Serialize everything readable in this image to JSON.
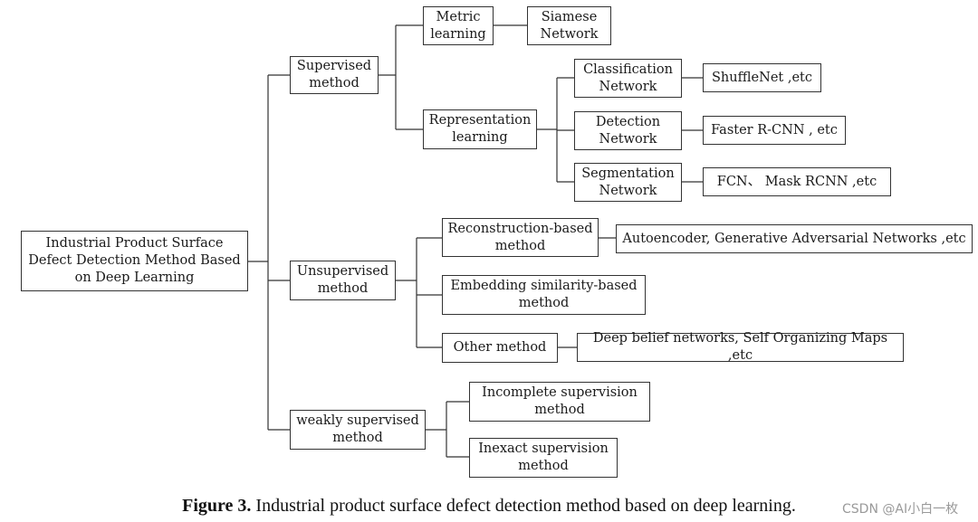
{
  "diagram": {
    "root": "Industrial Product Surface\nDefect Detection Method Based\non Deep Learning",
    "supervised": "Supervised\nmethod",
    "metric": "Metric\nlearning",
    "siamese": "Siamese\nNetwork",
    "representation": "Representation\nlearning",
    "classification": "Classification\nNetwork",
    "shufflenet": "ShuffleNet ,etc",
    "detection": "Detection\nNetwork",
    "fasterrcnn": "Faster R-CNN , etc",
    "segmentation": "Segmentation\nNetwork",
    "fcn": "FCN、 Mask RCNN ,etc",
    "unsupervised": "Unsupervised\nmethod",
    "reconstruction": "Reconstruction-based\nmethod",
    "autoencoder": "Autoencoder, Generative Adversarial Networks ,etc",
    "embedding": "Embedding similarity-based\nmethod",
    "other": "Other method",
    "dbn": "Deep belief networks, Self Organizing Maps ,etc",
    "weakly": "weakly supervised\nmethod",
    "incomplete": "Incomplete supervision\nmethod",
    "inexact": "Inexact supervision\nmethod"
  },
  "caption": {
    "label": "Figure 3.",
    "text": " Industrial product surface defect detection method based on deep learning."
  },
  "watermark": "CSDN @AI小白一枚"
}
